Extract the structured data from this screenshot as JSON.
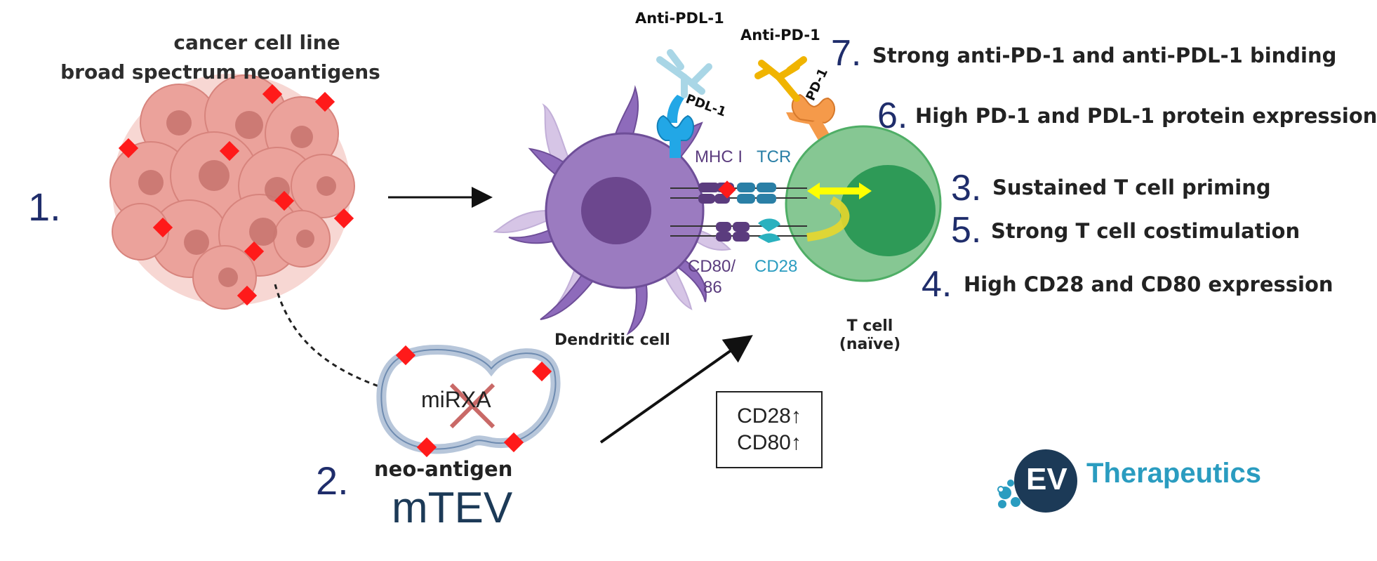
{
  "tumor": {
    "title_line1": "cancer cell line",
    "title_line2": "broad spectrum neoantigens"
  },
  "steps": {
    "s1": "1.",
    "s2": "2.",
    "s3_num": "3.",
    "s3_text": "Sustained T cell priming",
    "s4_num": "4.",
    "s4_text": "High CD28 and CD80 expression",
    "s5_num": "5.",
    "s5_text": "Strong T cell costimulation",
    "s6_num": "6.",
    "s6_text": "High PD-1 and PDL-1 protein expression",
    "s7_num": "7.",
    "s7_text": "Strong anti-PD-1 and anti-PDL-1 binding"
  },
  "vesicle": {
    "cargo": "miRXA",
    "neo_antigen": "neo-antigen",
    "name": "mTEV"
  },
  "dendritic": {
    "label": "Dendritic cell",
    "mhc": "MHC I",
    "cd80_line1": "CD80/",
    "cd80_line2": "86"
  },
  "tcell": {
    "label_line1": "T cell",
    "label_line2": "(naïve)",
    "tcr": "TCR",
    "cd28": "CD28"
  },
  "antibodies": {
    "anti_pdl1": "Anti-PDL-1",
    "anti_pd1": "Anti-PD-1",
    "pdl1": "PDL-1",
    "pd1": "PD-1"
  },
  "box": {
    "line1": "CD28↑",
    "line2": "CD80↑"
  },
  "logo": {
    "mark": "EV",
    "name": "Therapeutics"
  },
  "colors": {
    "tumor": "#e8918b",
    "antigen": "#ff1a1a",
    "dendritic": "#9b7bc0",
    "tcell_outer": "#86c793",
    "tcell_inner": "#2e9a57",
    "number_blue": "#1f2d6b",
    "mhc": "#5b3c7e",
    "tcr": "#2a7fa6",
    "logo_teal": "#2a9cc0",
    "logo_dark": "#1c3a57"
  }
}
